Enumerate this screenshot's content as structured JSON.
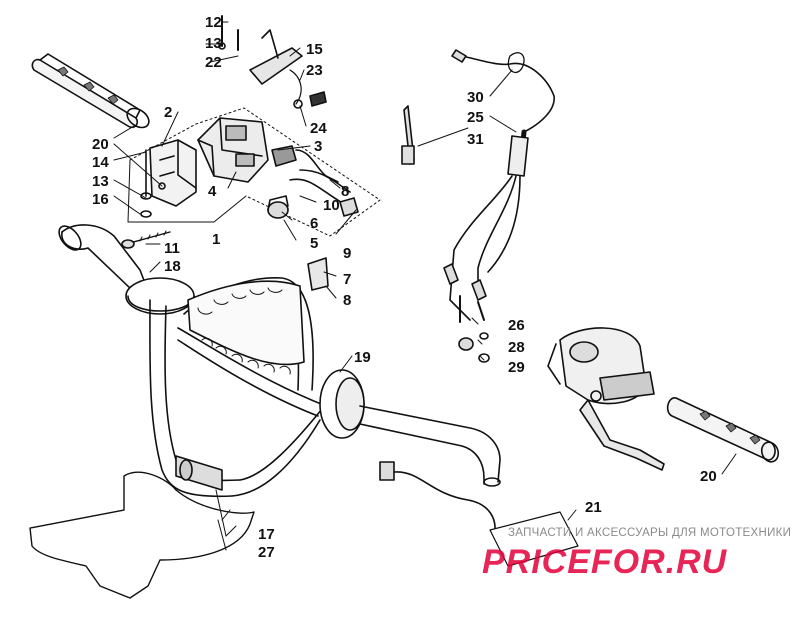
{
  "callouts": {
    "c1": "1",
    "c2": "2",
    "c3": "3",
    "c4": "4",
    "c5": "5",
    "c6": "6",
    "c7": "7",
    "c8a": "8",
    "c8b": "8",
    "c9": "9",
    "c10": "10",
    "c11": "11",
    "c12": "12",
    "c13a": "13",
    "c13b": "13",
    "c14": "14",
    "c15": "15",
    "c16": "16",
    "c17": "17",
    "c18": "18",
    "c19": "19",
    "c20a": "20",
    "c20b": "20",
    "c21": "21",
    "c22": "22",
    "c23": "23",
    "c24": "24",
    "c25": "25",
    "c26": "26",
    "c27": "27",
    "c28": "28",
    "c29": "29",
    "c30": "30",
    "c31": "31"
  },
  "watermark": {
    "line1": "ЗАПЧАСТИ И АКСЕССУАРЫ ДЛЯ МОТОТЕХНИКИ",
    "line2": "PRICEFOR.RU",
    "accent_color": "#e4003a"
  }
}
